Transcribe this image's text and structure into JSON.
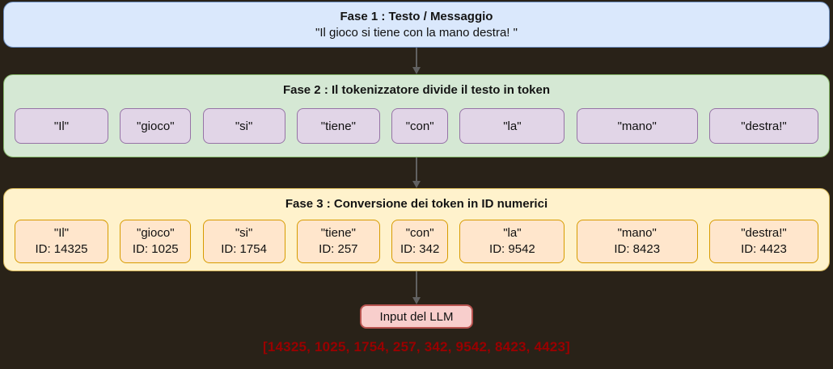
{
  "phase1": {
    "title": "Fase 1 : Testo / Messaggio",
    "message": "\"Il gioco si tiene con la mano destra! \""
  },
  "phase2": {
    "title": "Fase 2 : Il tokenizzatore divide il testo in token",
    "tokens": [
      "\"Il\"",
      "\"gioco\"",
      "\"si\"",
      "\"tiene\"",
      "\"con\"",
      "\"la\"",
      "\"mano\"",
      "\"destra!\""
    ]
  },
  "phase3": {
    "title": "Fase 3 : Conversione dei token in ID numerici",
    "tokens": [
      {
        "token": "\"Il\"",
        "id": "ID: 14325"
      },
      {
        "token": "\"gioco\"",
        "id": "ID: 1025"
      },
      {
        "token": "\"si\"",
        "id": "ID: 1754"
      },
      {
        "token": "\"tiene\"",
        "id": "ID: 257"
      },
      {
        "token": "\"con\"",
        "id": "ID: 342"
      },
      {
        "token": "\"la\"",
        "id": "ID: 9542"
      },
      {
        "token": "\"mano\"",
        "id": "ID: 8423"
      },
      {
        "token": "\"destra!\"",
        "id": "ID: 4423"
      }
    ]
  },
  "llm_input": {
    "label": "Input del LLM"
  },
  "token_ids_array": "[14325, 1025, 1754, 257, 342, 9542, 8423, 4423]",
  "colors": {
    "background": "#292218",
    "phase1_fill": "#dae8fc",
    "phase1_stroke": "#6c8ebf",
    "phase2_fill": "#d5e8d4",
    "phase2_stroke": "#82b366",
    "token_fill": "#e1d5e7",
    "token_stroke": "#9673a6",
    "phase3_fill": "#fff2cc",
    "phase3_stroke": "#d6b656",
    "id_token_fill": "#ffe6cc",
    "id_token_stroke": "#d79b00",
    "llm_fill": "#f8cecc",
    "llm_stroke": "#b85450",
    "ids_text": "#990000",
    "arrow": "#616161"
  }
}
